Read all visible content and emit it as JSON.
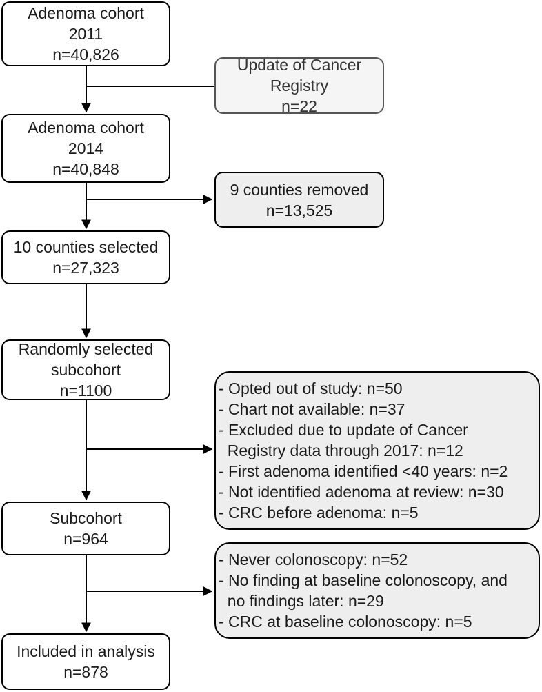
{
  "main_boxes": [
    {
      "lines": [
        "Adenoma cohort",
        "2011",
        "n=40,826"
      ]
    },
    {
      "lines": [
        "Adenoma cohort",
        "2014",
        "n=40,848"
      ]
    },
    {
      "lines": [
        "10 counties selected",
        "n=27,323"
      ]
    },
    {
      "lines": [
        "Randomly selected",
        "subcohort",
        "n=1100"
      ]
    },
    {
      "lines": [
        "Subcohort",
        "n=964"
      ]
    },
    {
      "lines": [
        "Included in analysis",
        "n=878"
      ]
    }
  ],
  "side_boxes": [
    {
      "lines": [
        "Update of Cancer",
        "Registry",
        "n=22"
      ]
    },
    {
      "lines": [
        "9 counties removed",
        "n=13,525"
      ]
    },
    {
      "lines": [
        "- Opted out of study: n=50",
        "- Chart not available: n=37",
        "- Excluded due to update of Cancer",
        "  Registry data through 2017: n=12",
        "- First adenoma identified <40 years: n=2",
        "- Not identified adenoma at review: n=30",
        "- CRC before adenoma: n=5"
      ]
    },
    {
      "lines": [
        "- Never colonoscopy: n=52",
        "- No finding at baseline colonoscopy, and",
        "  no findings later: n=29",
        "- CRC at baseline colonoscopy: n=5"
      ]
    }
  ]
}
